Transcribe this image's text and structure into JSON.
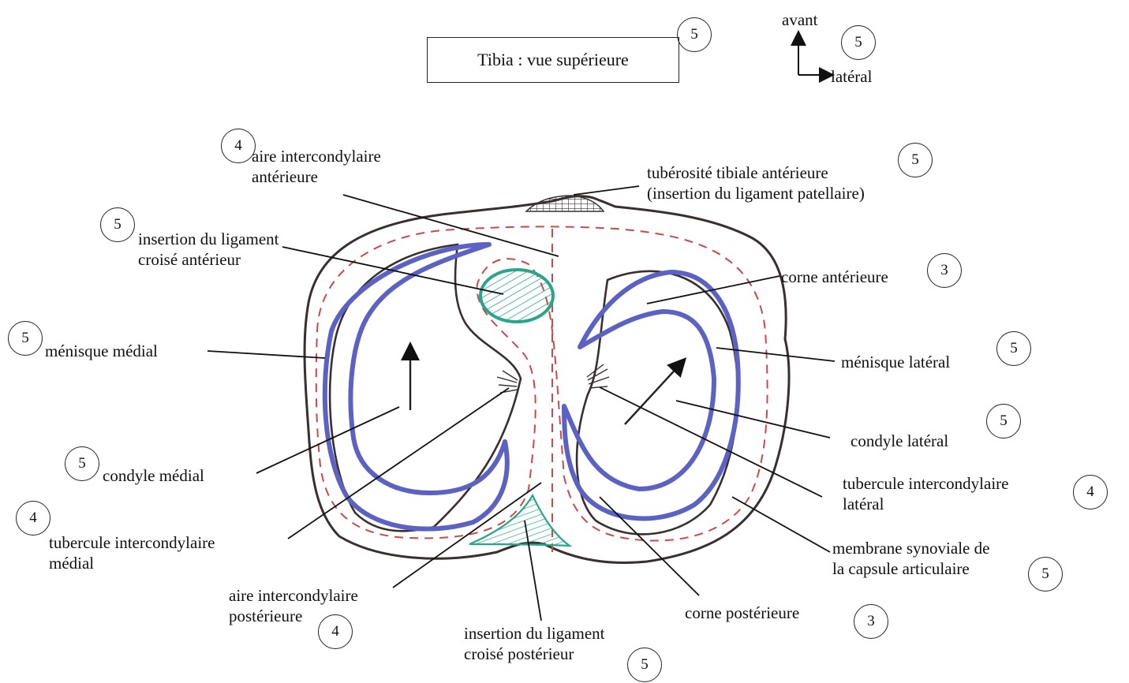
{
  "title": "Tibia : vue supérieure",
  "orientation": {
    "front": "avant",
    "lateral": "latéral",
    "score": "5"
  },
  "title_score": "5",
  "labels": [
    {
      "id": "aire-intercondylaire-anterieure",
      "lines": [
        "aire intercondylaire",
        "antérieure"
      ],
      "score": "4"
    },
    {
      "id": "tuberosite-tibiale-anterieure",
      "lines": [
        "tubérosité tibiale antérieure",
        "(insertion du ligament patellaire)"
      ],
      "score": "5"
    },
    {
      "id": "insertion-lca",
      "lines": [
        "insertion du ligament",
        "croisé antérieur"
      ],
      "score": "5"
    },
    {
      "id": "corne-anterieure",
      "lines": [
        "corne antérieure"
      ],
      "score": "3"
    },
    {
      "id": "menisque-medial",
      "lines": [
        "ménisque médial"
      ],
      "score": "5"
    },
    {
      "id": "menisque-lateral",
      "lines": [
        "ménisque latéral"
      ],
      "score": "5"
    },
    {
      "id": "condyle-lateral",
      "lines": [
        "condyle latéral"
      ],
      "score": "5"
    },
    {
      "id": "condyle-medial",
      "lines": [
        "condyle médial"
      ],
      "score": "5"
    },
    {
      "id": "tubercule-intercondylaire-lateral",
      "lines": [
        "tubercule intercondylaire",
        "latéral"
      ],
      "score": "4"
    },
    {
      "id": "tubercule-intercondylaire-medial",
      "lines": [
        "tubercule intercondylaire",
        "médial"
      ],
      "score": "4"
    },
    {
      "id": "membrane-synoviale",
      "lines": [
        "membrane synoviale de",
        "la capsule articulaire"
      ],
      "score": "5"
    },
    {
      "id": "aire-intercondylaire-posterieure",
      "lines": [
        "aire intercondylaire",
        "postérieure"
      ],
      "score": "4"
    },
    {
      "id": "corne-posterieure",
      "lines": [
        "corne postérieure"
      ],
      "score": "3"
    },
    {
      "id": "insertion-lcp",
      "lines": [
        "insertion du ligament",
        "croisé postérieur"
      ],
      "score": "5"
    }
  ],
  "colors": {
    "outline": "#3a2f2f",
    "meniscus": "#5b62c4",
    "synovial": "#c94a4a",
    "ligament": "#2aa58a"
  }
}
